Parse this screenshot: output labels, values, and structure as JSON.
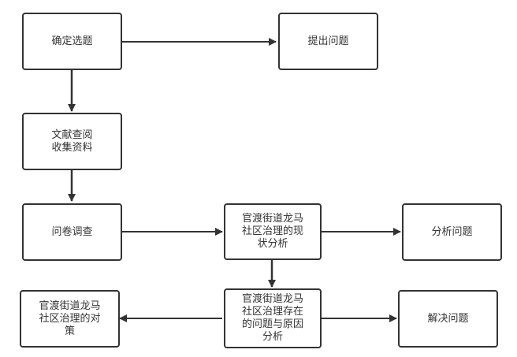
{
  "colors": {
    "stroke": "#333333",
    "text": "#333333",
    "fill": "#ffffff"
  },
  "nodes": {
    "select_topic": "确定选题",
    "raise_problem": "提出问题",
    "literature": "文献查阅\n收集资料",
    "questionnaire": "问卷调查",
    "status_analysis": "官渡街道龙马\n社区治理的现\n状分析",
    "analyze_problem": "分析问题",
    "problems_causes": "官渡街道龙马\n社区治理存在\n的问题与原因\n分析",
    "solve_problem": "解决问题",
    "countermeasures": "官渡街道龙马\n社区治理的对\n策"
  }
}
